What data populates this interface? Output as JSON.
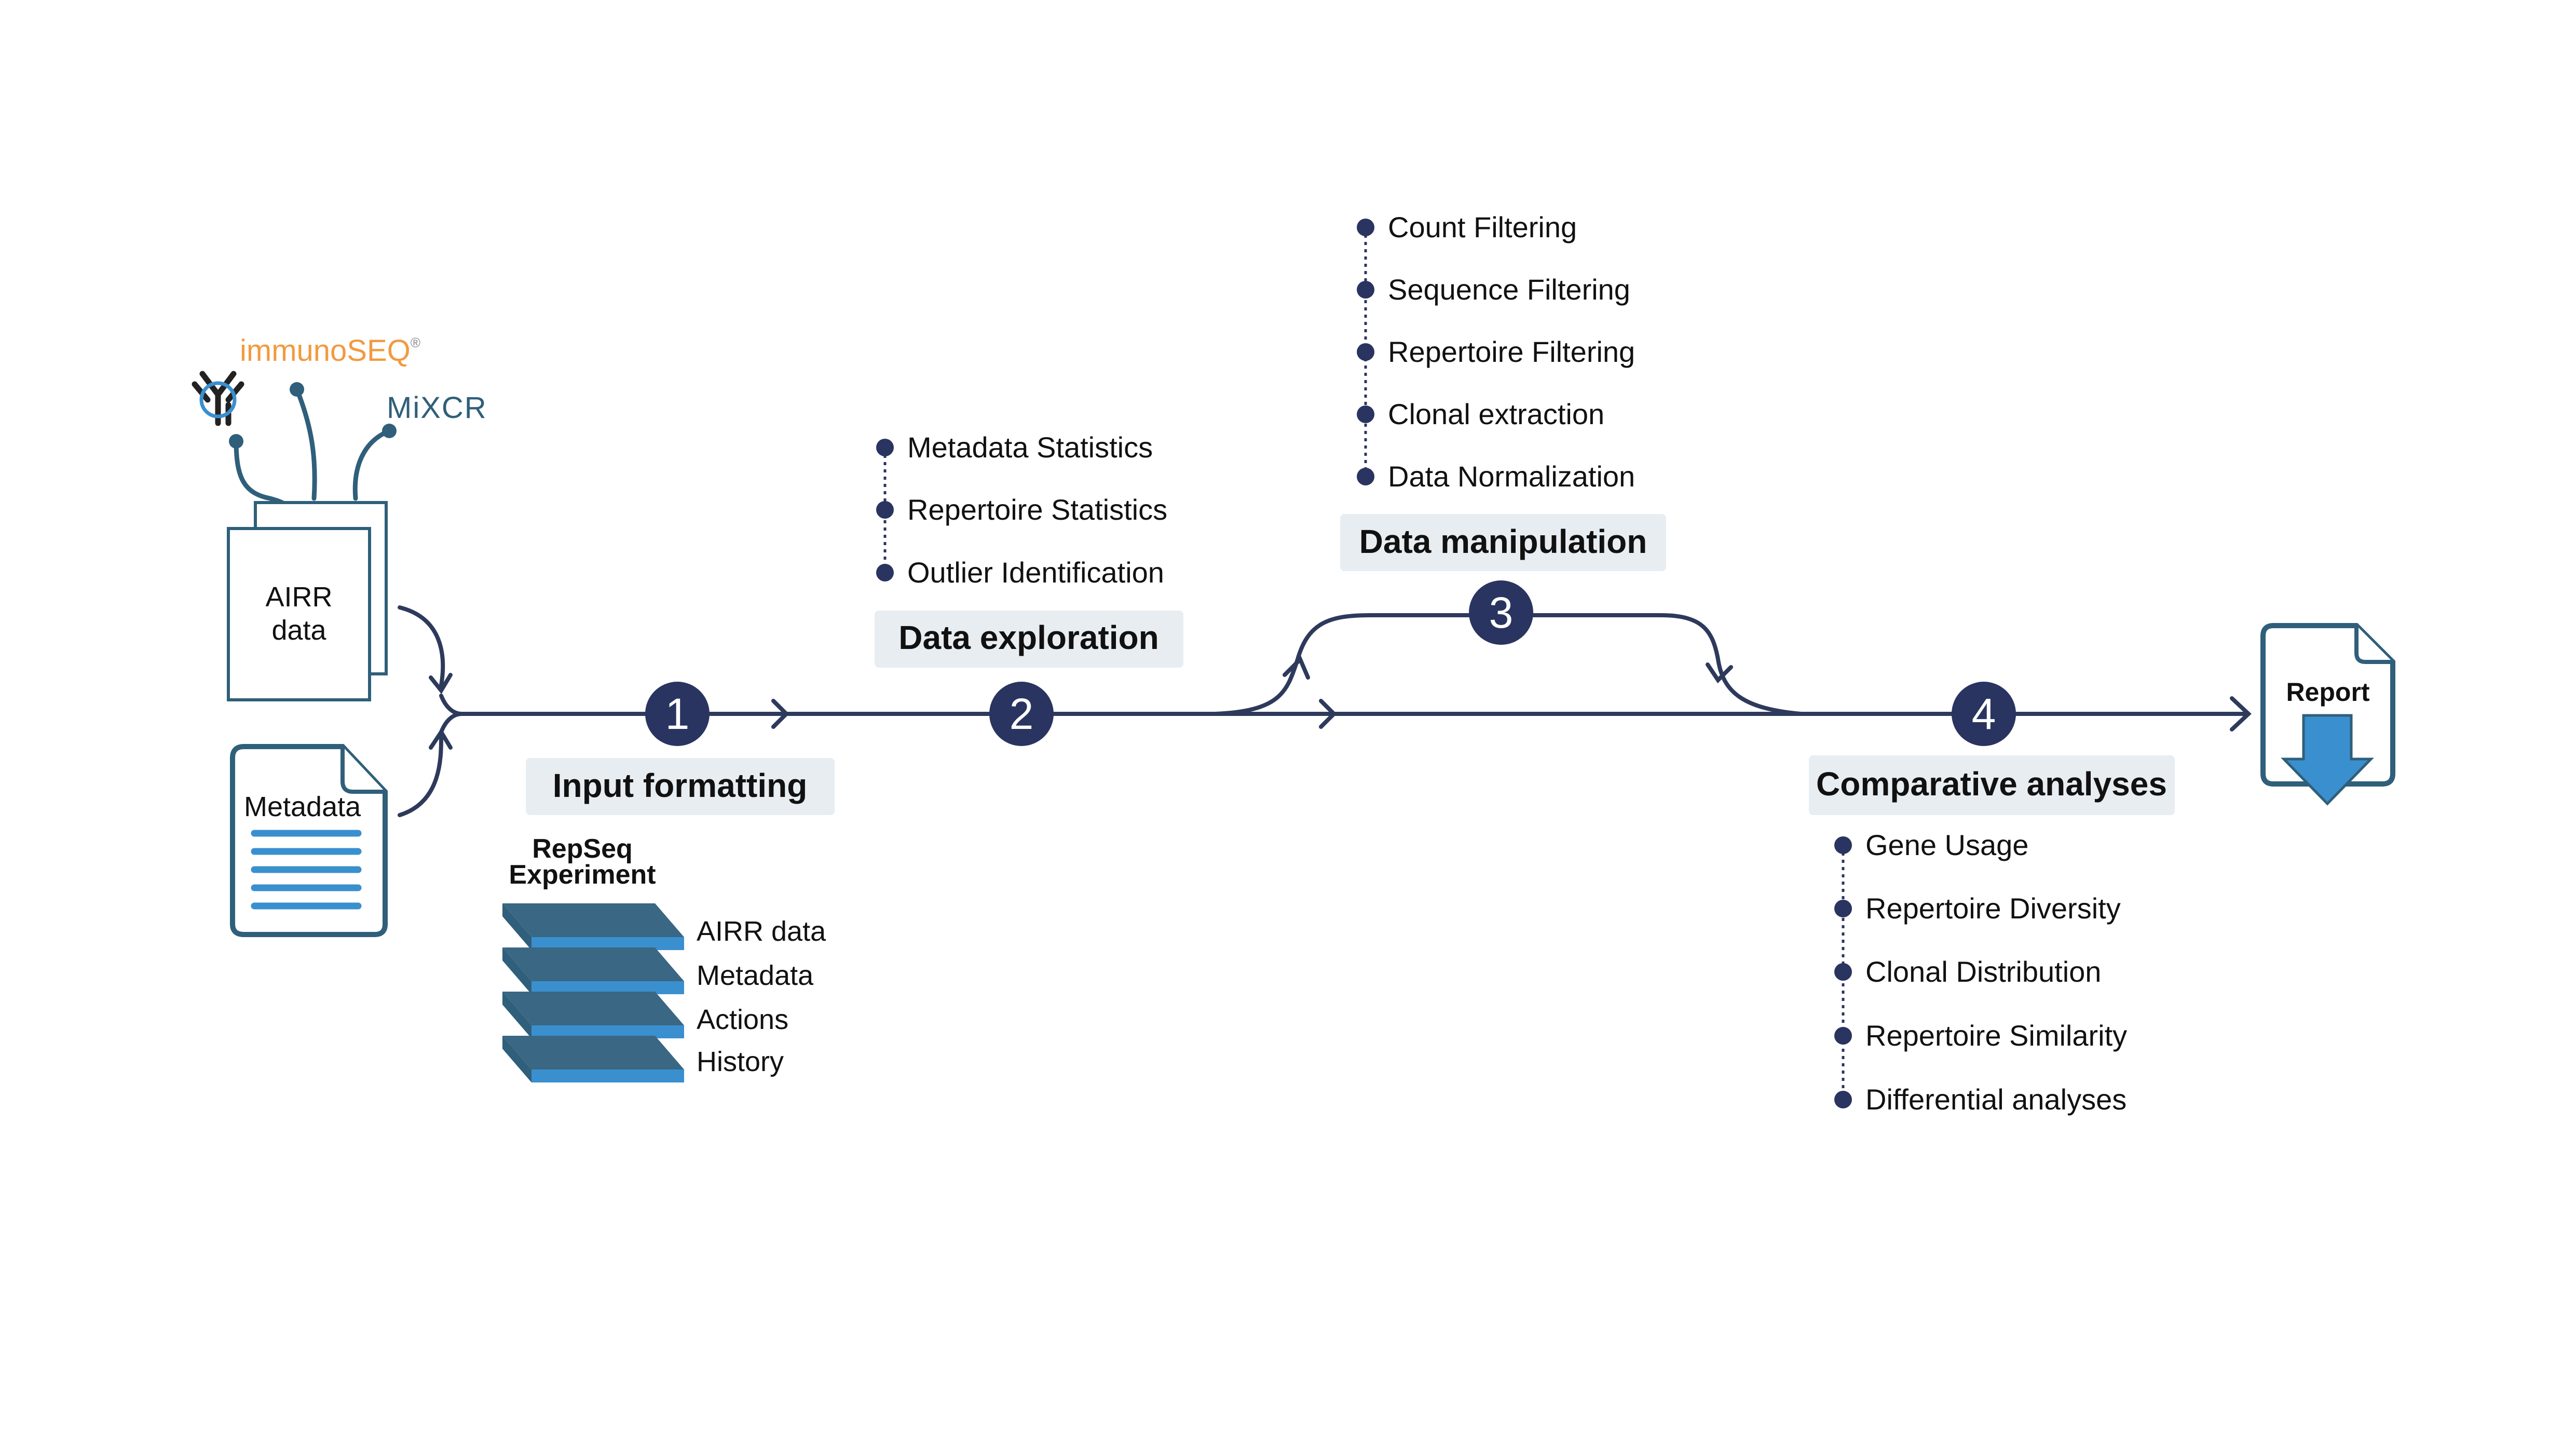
{
  "colors": {
    "line": "#2e3a5c",
    "step_circle": "#2a3460",
    "label_bg": "#e8edf2",
    "doc_stroke": "#2f5f7a",
    "doc_lines": "#3a8fcf",
    "layer_top": "#3a6783",
    "layer_side": "#3a8fcf",
    "report_arrow": "#3a8fcf",
    "immunoseq": "#f29a3f",
    "mixcr": "#2f5f7a"
  },
  "sources": {
    "immunoseq_logo": "immunoSEQ",
    "immunoseq_mark": "®",
    "mixcr_logo": "MiXCR",
    "antibody_icon": "antibody-icon"
  },
  "inputs": {
    "airr_doc": [
      "AIRR",
      "data"
    ],
    "metadata_doc": "Metadata"
  },
  "steps": [
    {
      "number": "1",
      "label": "Input formatting"
    },
    {
      "number": "2",
      "label": "Data exploration"
    },
    {
      "number": "3",
      "label": "Data manipulation"
    },
    {
      "number": "4",
      "label": "Comparative analyses"
    }
  ],
  "repseq": {
    "title": [
      "RepSeq",
      "Experiment"
    ],
    "layers": [
      "AIRR data",
      "Metadata",
      "Actions",
      "History"
    ]
  },
  "exploration_items": [
    "Metadata Statistics",
    "Repertoire Statistics",
    "Outlier Identification"
  ],
  "manipulation_items": [
    "Count Filtering",
    "Sequence Filtering",
    "Repertoire Filtering",
    "Clonal extraction",
    "Data Normalization"
  ],
  "comparative_items": [
    "Gene Usage",
    "Repertoire Diversity",
    "Clonal Distribution",
    "Repertoire Similarity",
    "Differential analyses"
  ],
  "report": {
    "label": "Report"
  }
}
